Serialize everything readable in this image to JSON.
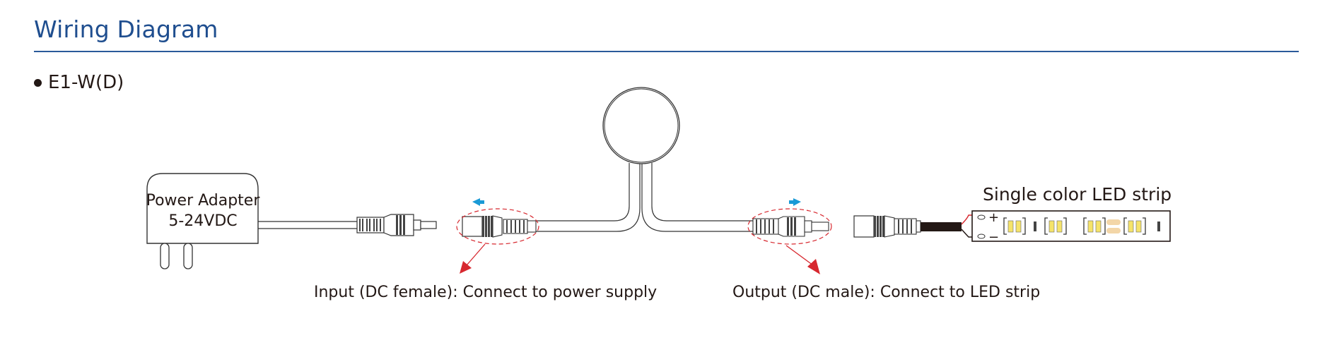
{
  "header": {
    "title": "Wiring Diagram",
    "accent_color": "#1f4e8f"
  },
  "model": {
    "bullet": "•",
    "name": "E1-W(D)"
  },
  "diagram": {
    "power_adapter": {
      "line1": "Power Adapter",
      "line2": "5-24VDC"
    },
    "led_strip": {
      "title": "Single color LED strip",
      "plus": "+",
      "minus": "−"
    },
    "input_label": "Input (DC female): Connect to power supply",
    "output_label": "Output (DC male): Connect to LED strip",
    "arrow_color_blue": "#1a9ad6",
    "arrow_color_red": "#d7282f",
    "led_color": "#f5e36a",
    "led_pad_color": "#f3d6a8"
  }
}
